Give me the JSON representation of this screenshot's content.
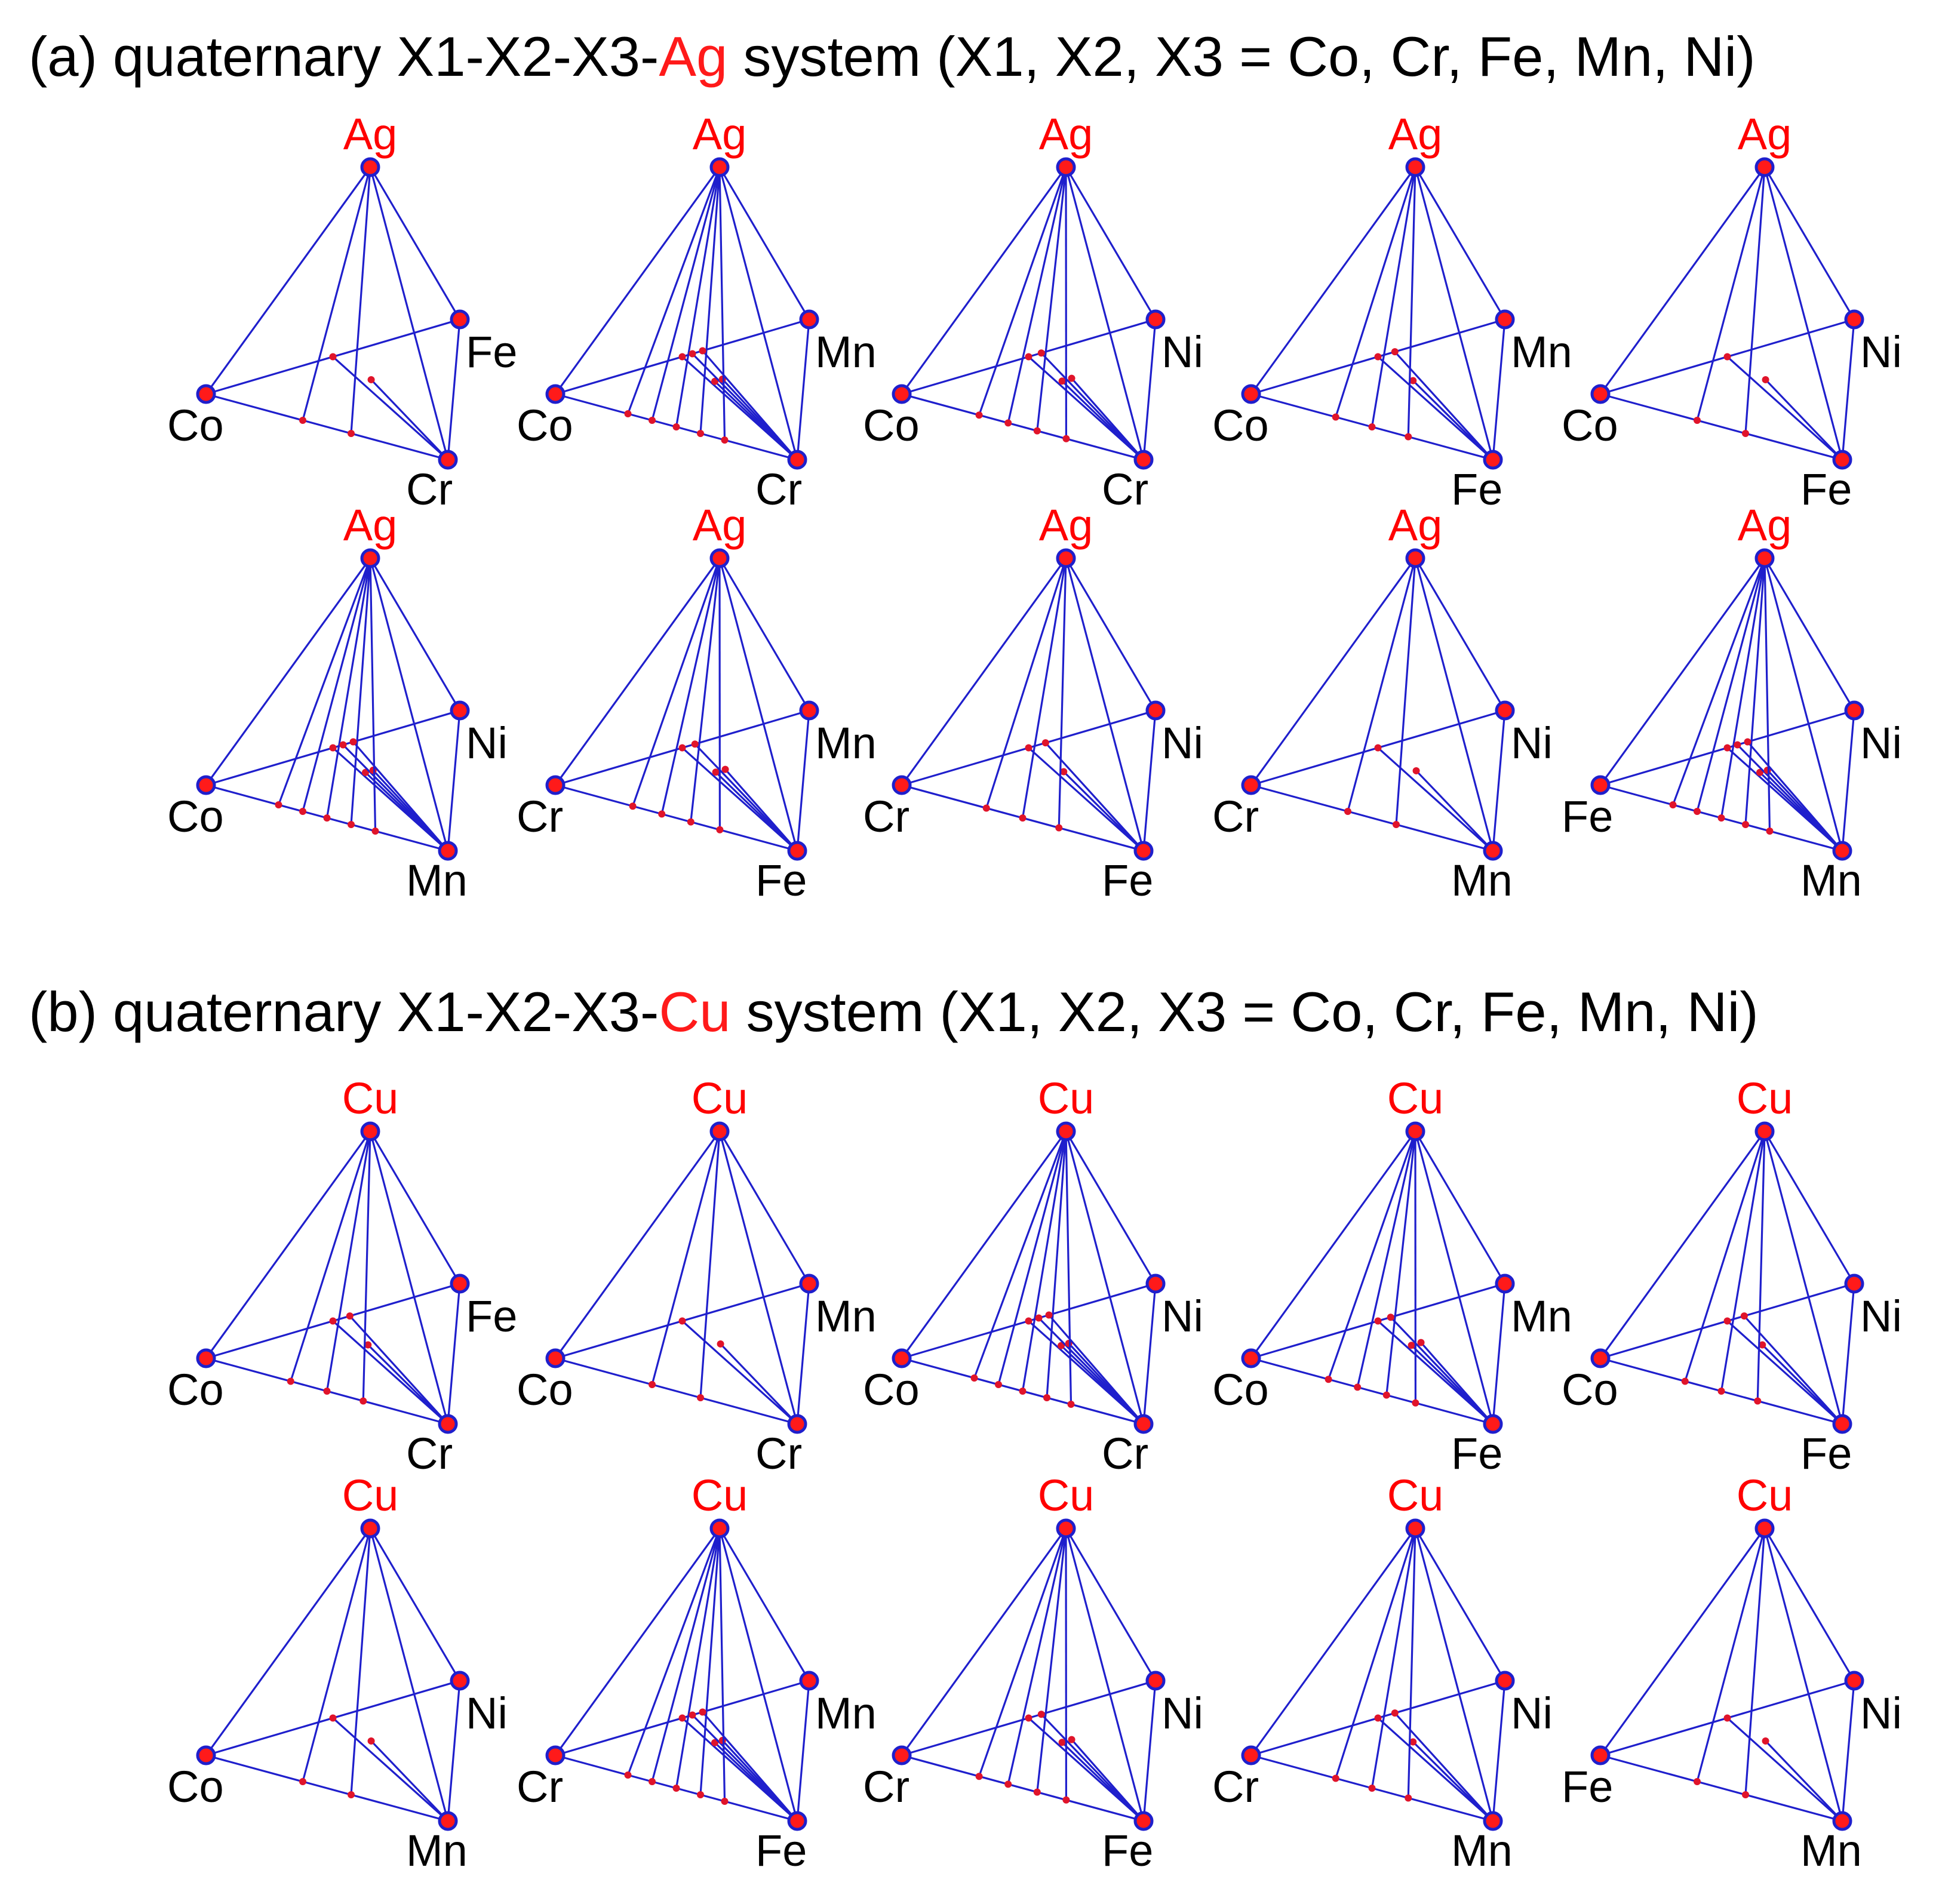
{
  "colors": {
    "edge": "#1f1fcc",
    "vertex_fill": "#ff1a1a",
    "apex_label": "#ff0000",
    "text": "#000000"
  },
  "sections": [
    {
      "id": "a",
      "title": {
        "prefix": "(a) quaternary X1-X2-X3-",
        "element": "Ag",
        "suffix": " system (X1, X2, X3 = Co, Cr, Fe, Mn, Ni)"
      },
      "tetrahedra": [
        {
          "apex": "Ag",
          "left": "Co",
          "right": "Fe",
          "bottom": "Cr"
        },
        {
          "apex": "Ag",
          "left": "Co",
          "right": "Mn",
          "bottom": "Cr"
        },
        {
          "apex": "Ag",
          "left": "Co",
          "right": "Ni",
          "bottom": "Cr"
        },
        {
          "apex": "Ag",
          "left": "Co",
          "right": "Mn",
          "bottom": "Fe"
        },
        {
          "apex": "Ag",
          "left": "Co",
          "right": "Ni",
          "bottom": "Fe"
        },
        {
          "apex": "Ag",
          "left": "Co",
          "right": "Ni",
          "bottom": "Mn"
        },
        {
          "apex": "Ag",
          "left": "Cr",
          "right": "Mn",
          "bottom": "Fe"
        },
        {
          "apex": "Ag",
          "left": "Cr",
          "right": "Ni",
          "bottom": "Fe"
        },
        {
          "apex": "Ag",
          "left": "Cr",
          "right": "Ni",
          "bottom": "Mn"
        },
        {
          "apex": "Ag",
          "left": "Fe",
          "right": "Ni",
          "bottom": "Mn"
        }
      ]
    },
    {
      "id": "b",
      "title": {
        "prefix": "(b) quaternary X1-X2-X3-",
        "element": "Cu",
        "suffix": " system (X1, X2, X3 = Co, Cr, Fe, Mn, Ni)"
      },
      "tetrahedra": [
        {
          "apex": "Cu",
          "left": "Co",
          "right": "Fe",
          "bottom": "Cr"
        },
        {
          "apex": "Cu",
          "left": "Co",
          "right": "Mn",
          "bottom": "Cr"
        },
        {
          "apex": "Cu",
          "left": "Co",
          "right": "Ni",
          "bottom": "Cr"
        },
        {
          "apex": "Cu",
          "left": "Co",
          "right": "Mn",
          "bottom": "Fe"
        },
        {
          "apex": "Cu",
          "left": "Co",
          "right": "Ni",
          "bottom": "Fe"
        },
        {
          "apex": "Cu",
          "left": "Co",
          "right": "Ni",
          "bottom": "Mn"
        },
        {
          "apex": "Cu",
          "left": "Cr",
          "right": "Mn",
          "bottom": "Fe"
        },
        {
          "apex": "Cu",
          "left": "Cr",
          "right": "Ni",
          "bottom": "Fe"
        },
        {
          "apex": "Cu",
          "left": "Cr",
          "right": "Ni",
          "bottom": "Mn"
        },
        {
          "apex": "Cu",
          "left": "Fe",
          "right": "Ni",
          "bottom": "Mn"
        }
      ]
    }
  ]
}
